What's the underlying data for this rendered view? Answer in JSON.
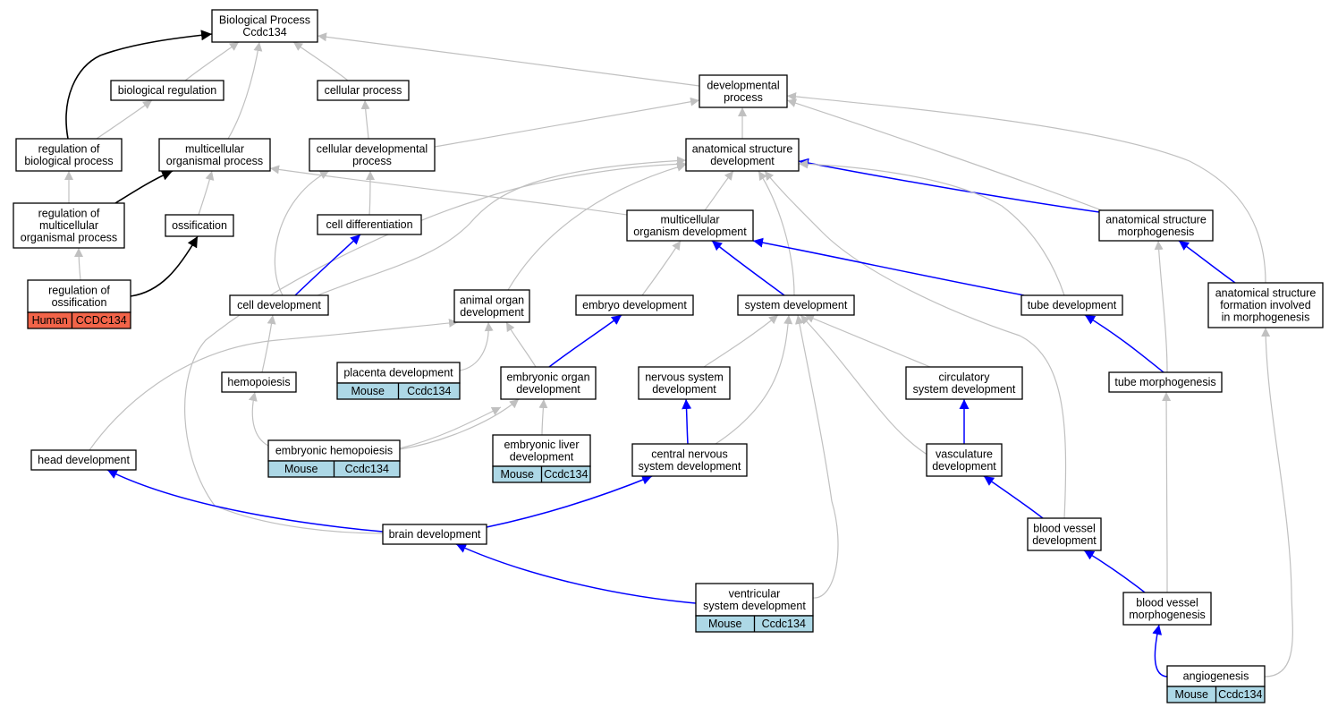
{
  "colors": {
    "gray_edge": "#c0c0c0",
    "blue_edge": "#0000ff",
    "black_edge": "#000000",
    "human_annotation": "#f26449",
    "mouse_annotation": "#add8e6"
  },
  "nodes": [
    {
      "id": "bp",
      "lines": [
        "Biological Process",
        "Ccdc134"
      ]
    },
    {
      "id": "bioreg",
      "lines": [
        "biological regulation"
      ]
    },
    {
      "id": "cellproc",
      "lines": [
        "cellular process"
      ]
    },
    {
      "id": "devproc",
      "lines": [
        "developmental",
        "process"
      ]
    },
    {
      "id": "regbp",
      "lines": [
        "regulation of",
        "biological process"
      ]
    },
    {
      "id": "multiorg",
      "lines": [
        "multicellular",
        "organismal process"
      ]
    },
    {
      "id": "celldevproc",
      "lines": [
        "cellular developmental",
        "process"
      ]
    },
    {
      "id": "asd",
      "lines": [
        "anatomical structure",
        "development"
      ]
    },
    {
      "id": "regmulti",
      "lines": [
        "regulation of",
        "multicellular",
        "organismal process"
      ]
    },
    {
      "id": "ossif",
      "lines": [
        "ossification"
      ]
    },
    {
      "id": "celldiff",
      "lines": [
        "cell differentiation"
      ]
    },
    {
      "id": "multidev",
      "lines": [
        "multicellular",
        "organism development"
      ]
    },
    {
      "id": "asm",
      "lines": [
        "anatomical structure",
        "morphogenesis"
      ]
    },
    {
      "id": "regossif",
      "lines": [
        "regulation of",
        "ossification"
      ],
      "annotation": {
        "organism": "Human",
        "gene": "CCDC134"
      }
    },
    {
      "id": "celldev",
      "lines": [
        "cell development"
      ]
    },
    {
      "id": "animalorg",
      "lines": [
        "animal organ",
        "development"
      ]
    },
    {
      "id": "embryodev",
      "lines": [
        "embryo development"
      ]
    },
    {
      "id": "sysdev",
      "lines": [
        "system development"
      ]
    },
    {
      "id": "tubedev",
      "lines": [
        "tube development"
      ]
    },
    {
      "id": "asfim",
      "lines": [
        "anatomical structure",
        "formation involved",
        "in morphogenesis"
      ]
    },
    {
      "id": "hemo",
      "lines": [
        "hemopoiesis"
      ]
    },
    {
      "id": "placenta",
      "lines": [
        "placenta development"
      ],
      "annotation": {
        "organism": "Mouse",
        "gene": "Ccdc134"
      }
    },
    {
      "id": "embryoorg",
      "lines": [
        "embryonic organ",
        "development"
      ]
    },
    {
      "id": "nervous",
      "lines": [
        "nervous system",
        "development"
      ]
    },
    {
      "id": "circ",
      "lines": [
        "circulatory",
        "system development"
      ]
    },
    {
      "id": "tubemorph",
      "lines": [
        "tube morphogenesis"
      ]
    },
    {
      "id": "embhemo",
      "lines": [
        "embryonic hemopoiesis"
      ],
      "annotation": {
        "organism": "Mouse",
        "gene": "Ccdc134"
      }
    },
    {
      "id": "embliver",
      "lines": [
        "embryonic liver",
        "development"
      ],
      "annotation": {
        "organism": "Mouse",
        "gene": "Ccdc134"
      }
    },
    {
      "id": "headdev",
      "lines": [
        "head development"
      ]
    },
    {
      "id": "cns",
      "lines": [
        "central nervous",
        "system development"
      ]
    },
    {
      "id": "vasc",
      "lines": [
        "vasculature",
        "development"
      ]
    },
    {
      "id": "brain",
      "lines": [
        "brain development"
      ]
    },
    {
      "id": "bvdev",
      "lines": [
        "blood vessel",
        "development"
      ]
    },
    {
      "id": "ventric",
      "lines": [
        "ventricular",
        "system development"
      ],
      "annotation": {
        "organism": "Mouse",
        "gene": "Ccdc134"
      }
    },
    {
      "id": "bvmorph",
      "lines": [
        "blood vessel",
        "morphogenesis"
      ]
    },
    {
      "id": "angio",
      "lines": [
        "angiogenesis"
      ],
      "annotation": {
        "organism": "Mouse",
        "gene": "Ccdc134"
      }
    }
  ],
  "edges": [
    {
      "from": "bioreg",
      "to": "bp",
      "relation": "is_a"
    },
    {
      "from": "cellproc",
      "to": "bp",
      "relation": "is_a"
    },
    {
      "from": "devproc",
      "to": "bp",
      "relation": "is_a"
    },
    {
      "from": "multiorg",
      "to": "bp",
      "relation": "is_a"
    },
    {
      "from": "regbp",
      "to": "bp",
      "relation": "regulates"
    },
    {
      "from": "regbp",
      "to": "bioreg",
      "relation": "is_a"
    },
    {
      "from": "celldevproc",
      "to": "cellproc",
      "relation": "is_a"
    },
    {
      "from": "celldevproc",
      "to": "devproc",
      "relation": "is_a"
    },
    {
      "from": "asd",
      "to": "devproc",
      "relation": "is_a"
    },
    {
      "from": "asm",
      "to": "devproc",
      "relation": "is_a"
    },
    {
      "from": "asfim",
      "to": "devproc",
      "relation": "is_a"
    },
    {
      "from": "regmulti",
      "to": "regbp",
      "relation": "is_a"
    },
    {
      "from": "regmulti",
      "to": "multiorg",
      "relation": "regulates"
    },
    {
      "from": "ossif",
      "to": "multiorg",
      "relation": "is_a"
    },
    {
      "from": "multidev",
      "to": "multiorg",
      "relation": "is_a"
    },
    {
      "from": "celldiff",
      "to": "celldevproc",
      "relation": "is_a"
    },
    {
      "from": "celldev",
      "to": "celldevproc",
      "relation": "is_a"
    },
    {
      "from": "multidev",
      "to": "asd",
      "relation": "is_a"
    },
    {
      "from": "asm",
      "to": "asd",
      "relation": "part_of"
    },
    {
      "from": "celldev",
      "to": "asd",
      "relation": "is_a"
    },
    {
      "from": "animalorg",
      "to": "asd",
      "relation": "is_a"
    },
    {
      "from": "sysdev",
      "to": "asd",
      "relation": "is_a"
    },
    {
      "from": "tubedev",
      "to": "asd",
      "relation": "is_a"
    },
    {
      "from": "brain",
      "to": "asd",
      "relation": "is_a"
    },
    {
      "from": "bvdev",
      "to": "asd",
      "relation": "is_a"
    },
    {
      "from": "regossif",
      "to": "regmulti",
      "relation": "is_a"
    },
    {
      "from": "regossif",
      "to": "ossif",
      "relation": "regulates"
    },
    {
      "from": "celldev",
      "to": "celldiff",
      "relation": "part_of"
    },
    {
      "from": "embryodev",
      "to": "multidev",
      "relation": "is_a"
    },
    {
      "from": "sysdev",
      "to": "multidev",
      "relation": "part_of"
    },
    {
      "from": "tubedev",
      "to": "multidev",
      "relation": "part_of"
    },
    {
      "from": "asfim",
      "to": "asm",
      "relation": "part_of"
    },
    {
      "from": "tubemorph",
      "to": "asm",
      "relation": "is_a"
    },
    {
      "from": "hemo",
      "to": "celldev",
      "relation": "is_a"
    },
    {
      "from": "embryoorg",
      "to": "animalorg",
      "relation": "is_a"
    },
    {
      "from": "placenta",
      "to": "animalorg",
      "relation": "is_a"
    },
    {
      "from": "embhemo",
      "to": "animalorg",
      "relation": "is_a"
    },
    {
      "from": "headdev",
      "to": "animalorg",
      "relation": "is_a"
    },
    {
      "from": "embryoorg",
      "to": "embryodev",
      "relation": "part_of"
    },
    {
      "from": "nervous",
      "to": "sysdev",
      "relation": "is_a"
    },
    {
      "from": "circ",
      "to": "sysdev",
      "relation": "is_a"
    },
    {
      "from": "cns",
      "to": "sysdev",
      "relation": "is_a"
    },
    {
      "from": "vasc",
      "to": "sysdev",
      "relation": "is_a"
    },
    {
      "from": "ventric",
      "to": "sysdev",
      "relation": "is_a"
    },
    {
      "from": "tubemorph",
      "to": "tubedev",
      "relation": "part_of"
    },
    {
      "from": "embhemo",
      "to": "hemo",
      "relation": "is_a"
    },
    {
      "from": "embliver",
      "to": "embryoorg",
      "relation": "is_a"
    },
    {
      "from": "embhemo",
      "to": "embryoorg",
      "relation": "is_a"
    },
    {
      "from": "cns",
      "to": "nervous",
      "relation": "part_of"
    },
    {
      "from": "vasc",
      "to": "circ",
      "relation": "part_of"
    },
    {
      "from": "bvmorph",
      "to": "tubemorph",
      "relation": "is_a"
    },
    {
      "from": "brain",
      "to": "headdev",
      "relation": "part_of"
    },
    {
      "from": "brain",
      "to": "cns",
      "relation": "part_of"
    },
    {
      "from": "bvdev",
      "to": "vasc",
      "relation": "part_of"
    },
    {
      "from": "ventric",
      "to": "brain",
      "relation": "part_of"
    },
    {
      "from": "bvmorph",
      "to": "bvdev",
      "relation": "part_of"
    },
    {
      "from": "angio",
      "to": "bvmorph",
      "relation": "part_of"
    },
    {
      "from": "angio",
      "to": "asfim",
      "relation": "is_a"
    }
  ]
}
